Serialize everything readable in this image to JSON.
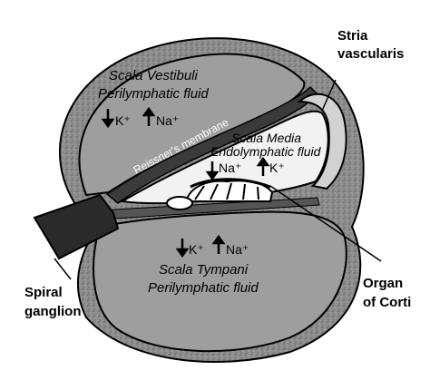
{
  "diagram": {
    "scala_vestibuli": {
      "name": "Scala Vestibuli",
      "fluid": "Perilymphatic fluid",
      "ion_k": "K⁺",
      "ion_na": "Na⁺"
    },
    "reissners_membrane": "Reissner's membrane",
    "scala_media": {
      "name": "Scala Media",
      "fluid": "Endolymphatic fluid",
      "ion_na": "Na⁺",
      "ion_k": "K⁺"
    },
    "scala_tympani": {
      "name": "Scala Tympani",
      "fluid": "Perilymphatic fluid",
      "ion_k": "K⁺",
      "ion_na": "Na⁺"
    },
    "stria_vascularis": [
      "Stria",
      "vascularis"
    ],
    "spiral_ganglion": [
      "Spiral",
      "ganglion"
    ],
    "organ_of_corti": [
      "Organ",
      "of Corti"
    ],
    "colors": {
      "bone": "#8c8c8c",
      "perilymph": "#9e9e9e",
      "endolymph": "#f2f2f2",
      "stria": "#d2d2d2",
      "ganglion": "#2a2a2a",
      "outline": "#000000"
    }
  }
}
